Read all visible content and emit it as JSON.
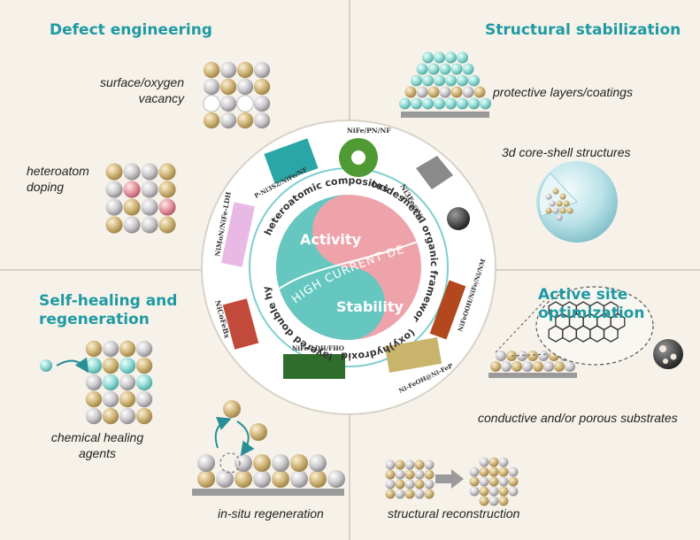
{
  "colors": {
    "background": "#f6f2ea",
    "title": "#1f9aa3",
    "divider": "#d6cfc2",
    "activity": "#66c7c0",
    "stability": "#eea3aa",
    "gold_atom": "#c9ad6f",
    "grey_atom": "#c4c1c5",
    "teal_atom": "#8ed9d3"
  },
  "quadrants": {
    "defect": {
      "title": "Defect engineering",
      "caption_vacancy": "surface/oxygen vacancy",
      "caption_doping": "heteroatom doping"
    },
    "stabilization": {
      "title": "Structural stabilization",
      "caption_coatings": "protective layers/coatings",
      "caption_coreshell": "3d core-shell structures"
    },
    "healing": {
      "title": "Self-healing and regeneration",
      "caption_agents": "chemical healing agents",
      "caption_regen": "in-situ regeneration"
    },
    "active": {
      "title": "Active site optimization",
      "caption_substrates": "conductive and/or porous substrates",
      "caption_reconstruction": "structural reconstruction"
    }
  },
  "wheel": {
    "activity": "Activity",
    "stability": "Stability",
    "center_text": "HIGH CURRENT DENSITY",
    "ring_categories": [
      "heteroatomic composites",
      "oxides",
      "metal organic frameworks",
      "(oxy)hydroxides",
      "layered double hydroxides"
    ],
    "material_labels": [
      "P-Ni3S2/NiFe/NF",
      "NiFe/PN/NF",
      "Ni3Fe@NC",
      "NiFeOOH/NiFe/Ni/NM",
      "Ni-FeOH@Ni-FeP",
      "NiFe-LDH/FHO",
      "NiCoFeBx",
      "NiMoN/NiFe-LDH"
    ]
  }
}
